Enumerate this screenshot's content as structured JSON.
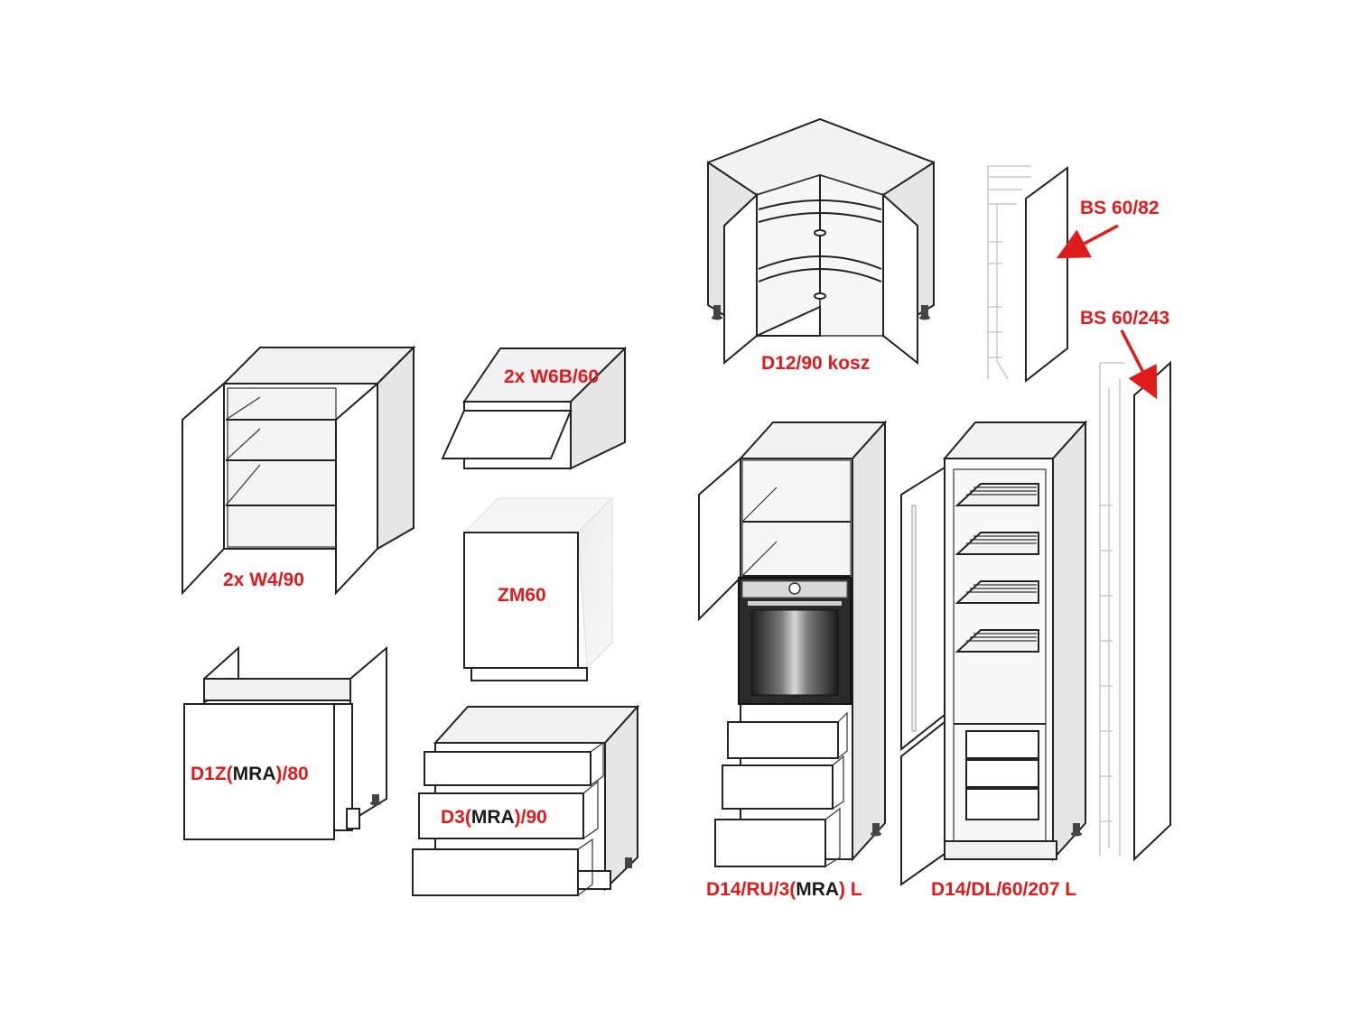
{
  "labels": {
    "w4": "2x W4/90",
    "w6b": "2x W6B/60",
    "zm60": "ZM60",
    "d1z_pre": "D1Z(",
    "d1z_mid": "MRA",
    "d1z_post": ")/80",
    "d3_pre": "D3(",
    "d3_mid": "MRA",
    "d3_post": ")/90",
    "d12": "D12/90 kosz",
    "bs82": "BS 60/82",
    "bs243": "BS 60/243",
    "d14ru_pre": "D14/RU/3(",
    "d14ru_mid": "MRA",
    "d14ru_post": ") L",
    "d14dl": "D14/DL/60/207 L"
  },
  "colors": {
    "label_red": "#e01b1b",
    "label_black": "#1a1a1a",
    "arrow": "#e01b1b",
    "outline": "#222222",
    "panel_light": "#f2f2f2",
    "panel_grey": "#e6e6e6"
  }
}
